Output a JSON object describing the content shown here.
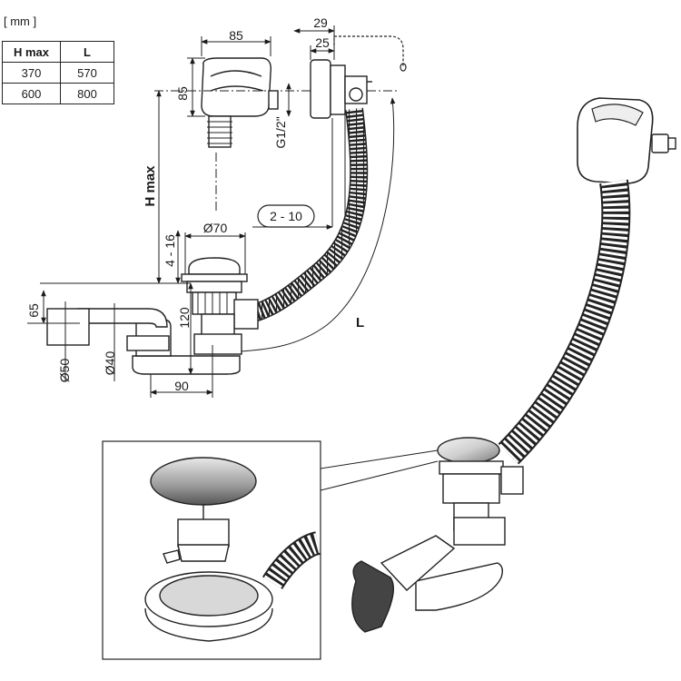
{
  "unit_label": "[ mm ]",
  "table": {
    "headers": [
      "H max",
      "L"
    ],
    "rows": [
      [
        "370",
        "570"
      ],
      [
        "600",
        "800"
      ]
    ]
  },
  "dimensions": {
    "overflow_width": "85",
    "overflow_height": "85",
    "thread": "G1/2\"",
    "dim_29": "29",
    "dim_25": "25",
    "h_max": "H max",
    "gap_range": "2 - 10",
    "cap_diameter": "Ø70",
    "cap_height": "4 - 16",
    "height_65": "65",
    "height_120": "120",
    "outlet_50": "Ø50",
    "outlet_40": "Ø40",
    "width_90": "90",
    "length_l": "L"
  }
}
